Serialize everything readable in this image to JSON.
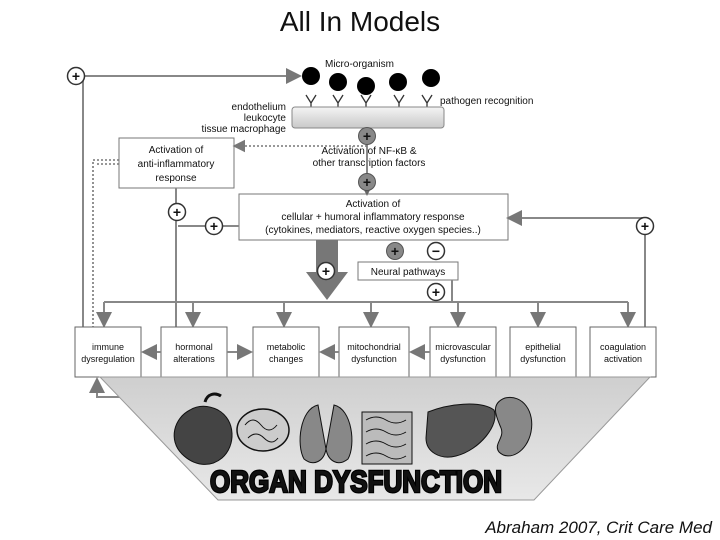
{
  "title": "All In Models",
  "citation": "Abraham 2007, Crit Care Med",
  "labels": {
    "micro_organism": "Micro-organism",
    "pathogen_recognition": "pathogen recognition",
    "cell_endothelium": "endothelium",
    "cell_leukocyte": "leukocyte",
    "cell_macrophage": "tissue macrophage",
    "nfkb_line1": "Activation of NF-κB &",
    "nfkb_line2": "other transcription factors",
    "anti_line1": "Activation of",
    "anti_line2": "anti-inflammatory",
    "anti_line3": "response",
    "inflam_line1": "Activation of",
    "inflam_line2": "cellular + humoral inflammatory response",
    "inflam_line3": "(cytokines, mediators, reactive oxygen species..)",
    "neural": "Neural pathways",
    "organ_dysfunction": "ORGAN DYSFUNCTION"
  },
  "boxes": [
    {
      "line1": "immune",
      "line2": "dysregulation"
    },
    {
      "line1": "hormonal",
      "line2": "alterations"
    },
    {
      "line1": "metabolic",
      "line2": "changes"
    },
    {
      "line1": "mitochondrial",
      "line2": "dysfunction"
    },
    {
      "line1": "microvascular",
      "line2": "dysfunction"
    },
    {
      "line1": "epithelial",
      "line2": "dysfunction"
    },
    {
      "line1": "coagulation",
      "line2": "activation"
    }
  ],
  "signs": {
    "plus": "+",
    "minus": "−"
  },
  "colors": {
    "line": "#888888",
    "box_fill": "#d9d9d9",
    "dark": "#222222"
  }
}
